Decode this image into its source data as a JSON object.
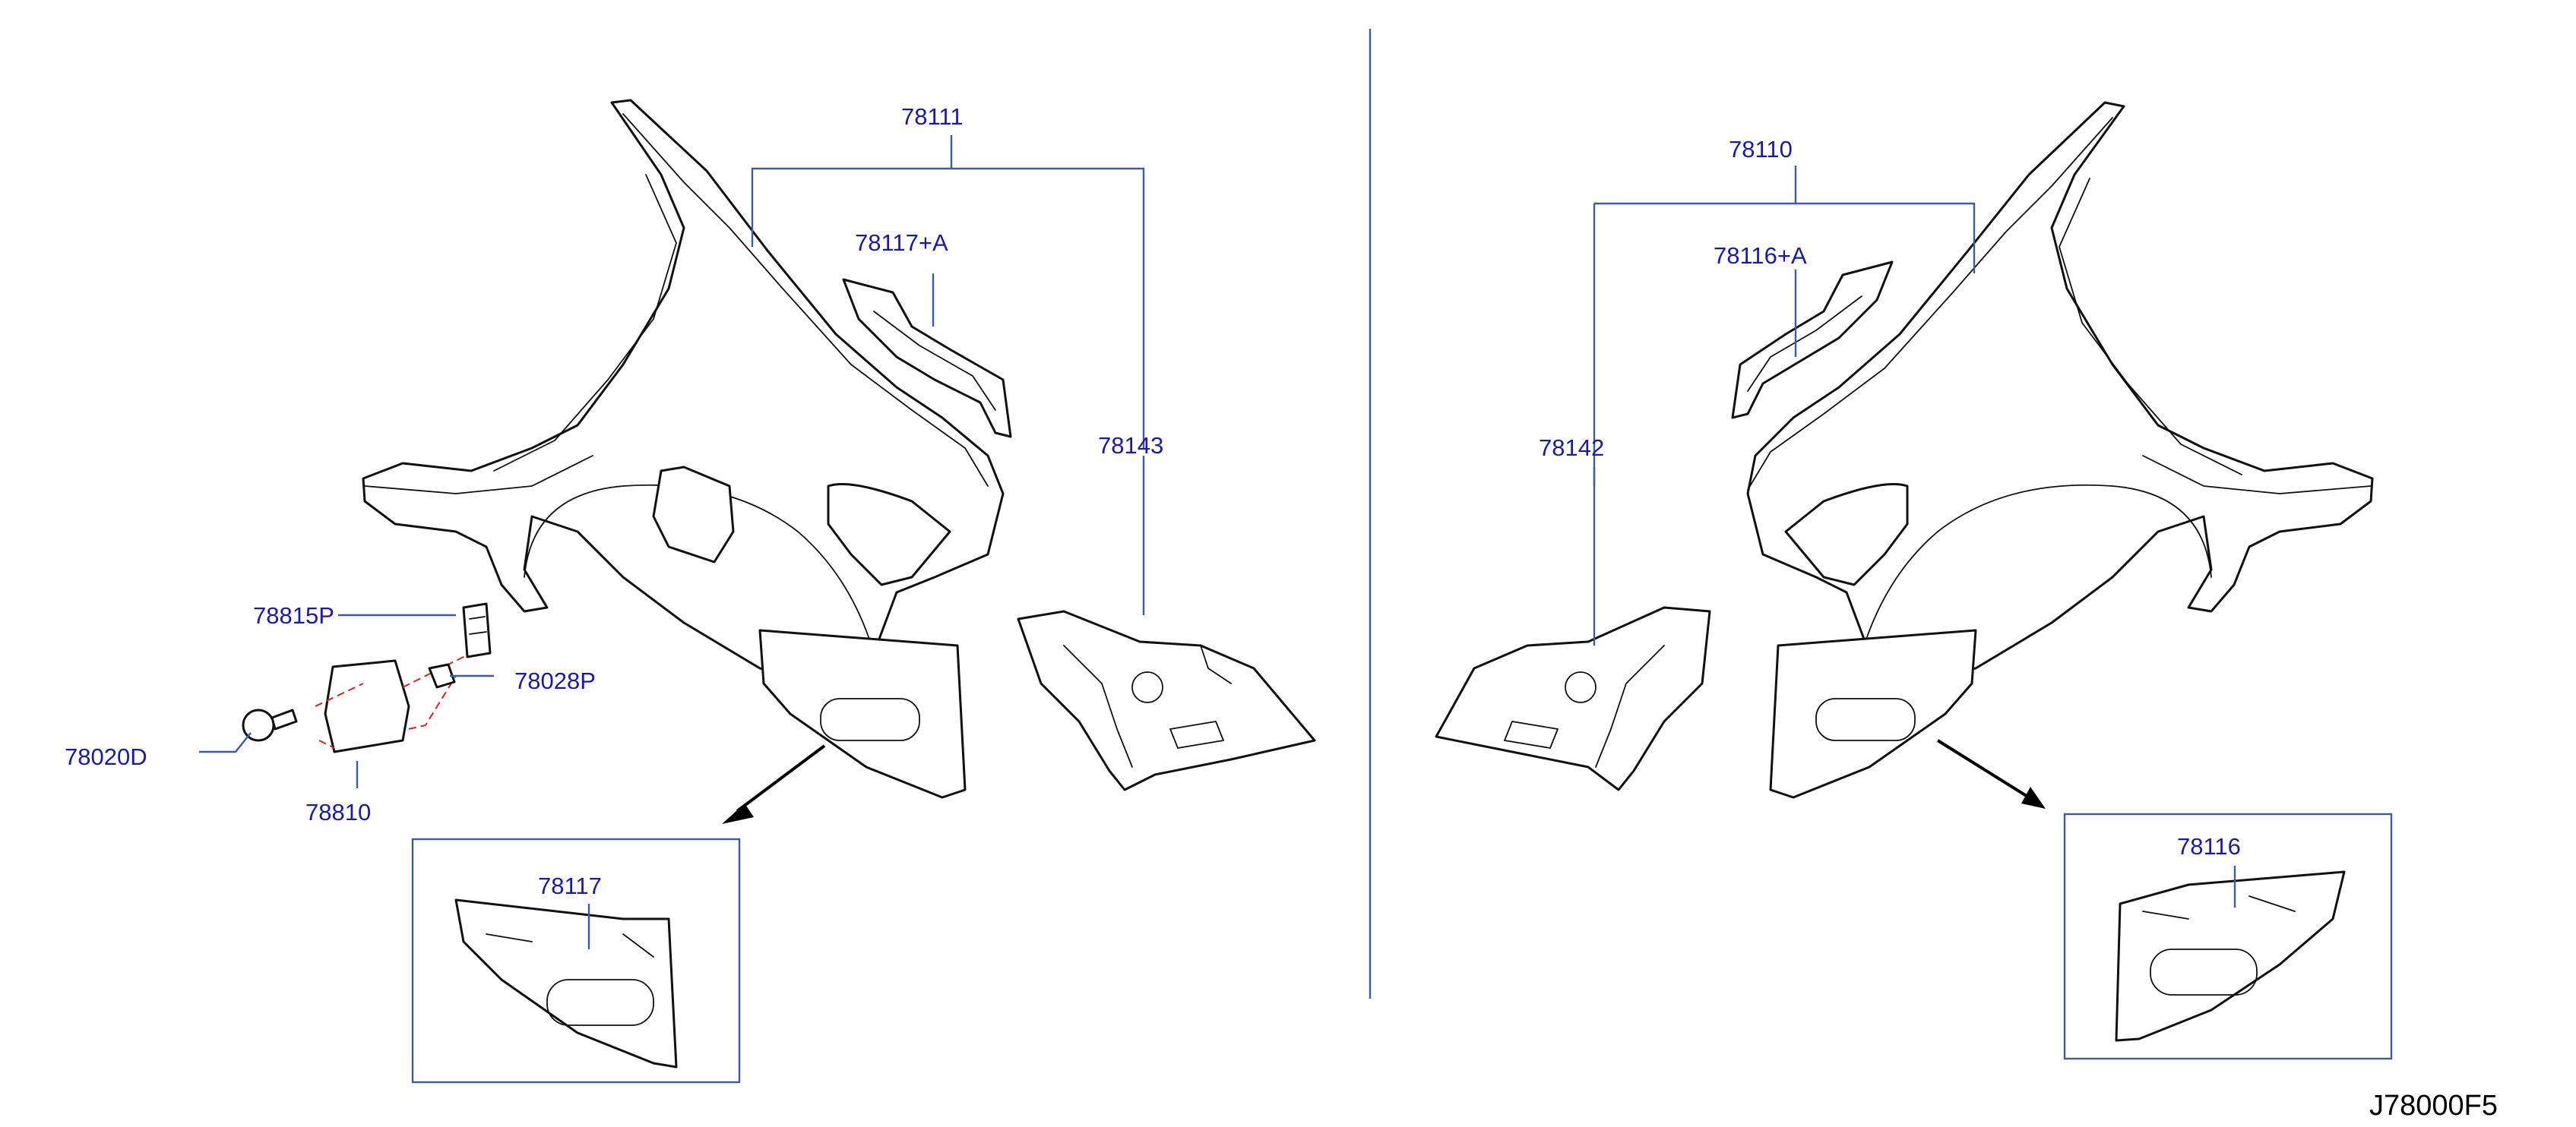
{
  "callouts": {
    "p78111": "78111",
    "p78117a": "78117+A",
    "p78143": "78143",
    "p78815p": "78815P",
    "p78028p": "78028P",
    "p78020d": "78020D",
    "p78810": "78810",
    "p78117": "78117",
    "p78110": "78110",
    "p78116a": "78116+A",
    "p78142": "78142",
    "p78116": "78116"
  },
  "diagram_code": "J78000F5",
  "colors": {
    "callout_text": "#1a1aa8",
    "leader_line": "#3b5aa8",
    "outline": "#111111",
    "dashed_assembly": "#e02020"
  }
}
